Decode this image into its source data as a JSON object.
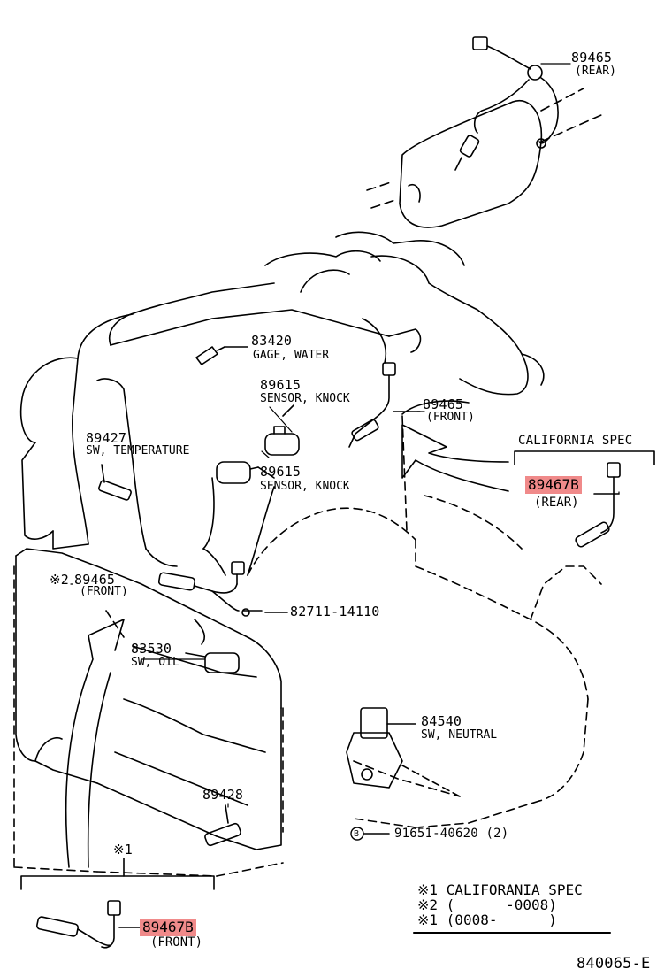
{
  "parts": {
    "o2_rear_top": {
      "number": "89465",
      "desc": "(REAR)"
    },
    "water_gage": {
      "number": "83420",
      "desc": "GAGE, WATER"
    },
    "knock_1": {
      "number": "89615",
      "desc": "SENSOR, KNOCK"
    },
    "o2_front_top": {
      "number": "89465",
      "desc": "(FRONT)"
    },
    "temp_sw": {
      "number": "89427",
      "desc": "SW, TEMPERATURE"
    },
    "knock_2": {
      "number": "89615",
      "desc": "SENSOR, KNOCK"
    },
    "o2_front_left": {
      "mark": "※2",
      "number": "89465",
      "desc": "(FRONT)"
    },
    "clamp": {
      "number": "82711-14110"
    },
    "oil_sw": {
      "number": "83530",
      "desc": "SW, OIL"
    },
    "neutral_sw": {
      "number": "84540",
      "desc": "SW, NEUTRAL"
    },
    "sensor_89428": {
      "number": "89428"
    },
    "bolt": {
      "symbol": "B",
      "number": "91651-40620 (2)"
    },
    "ca_rear": {
      "number": "89467B",
      "desc": "(REAR)",
      "highlight": "#f08a8a"
    },
    "ca_front": {
      "mark": "※1",
      "number": "89467B",
      "desc": "(FRONT)",
      "highlight": "#f08a8a"
    }
  },
  "california_spec_label": "CALIFORNIA SPEC",
  "notes": [
    "※1 CALIFORANIA SPEC",
    "※2 (      -0008)",
    "※1 (0008-      )"
  ],
  "figure_id": "840065-E"
}
